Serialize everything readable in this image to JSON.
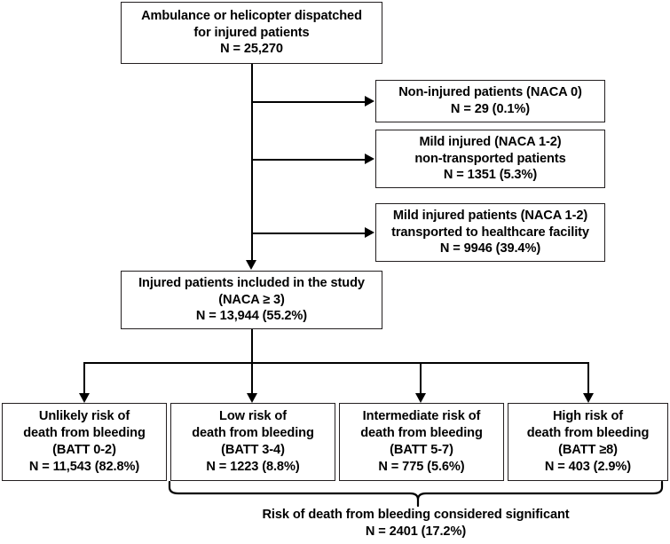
{
  "diagram": {
    "title": "Patient flow diagram: injured patients dispatch and BATT bleeding-risk stratification",
    "type": "flowchart",
    "accent_color": "#000000",
    "background_color": "#ffffff"
  },
  "nodes": {
    "dispatch": {
      "lines": [
        "Ambulance or helicopter dispatched",
        "for injured patients",
        "N = 25,270"
      ],
      "count": 25270
    },
    "excluded_noninjured": {
      "lines": [
        "Non-injured patients (NACA 0)",
        "N = 29 (0.1%)"
      ],
      "count": 29,
      "percent": "0.1%"
    },
    "excluded_mild_nontransported": {
      "lines": [
        "Mild injured (NACA 1-2)",
        "non-transported patients",
        "N = 1351 (5.3%)"
      ],
      "count": 1351,
      "percent": "5.3%"
    },
    "excluded_mild_transported": {
      "lines": [
        "Mild injured patients (NACA 1-2)",
        "transported to healthcare facility",
        "N = 9946 (39.4%)"
      ],
      "count": 9946,
      "percent": "39.4%"
    },
    "included": {
      "lines": [
        "Injured patients included in the study",
        "(NACA ≥ 3)",
        "N = 13,944 (55.2%)"
      ],
      "count": 13944,
      "percent": "55.2%"
    },
    "batt_unlikely": {
      "lines": [
        "Unlikely risk of",
        "death from bleeding",
        "(BATT 0-2)",
        "N = 11,543 (82.8%)"
      ],
      "count": 11543,
      "percent": "82.8%"
    },
    "batt_low": {
      "lines": [
        "Low risk of",
        "death from bleeding",
        "(BATT 3-4)",
        "N = 1223 (8.8%)"
      ],
      "count": 1223,
      "percent": "8.8%"
    },
    "batt_intermediate": {
      "lines": [
        "Intermediate risk of",
        "death from bleeding",
        "(BATT 5-7)",
        "N = 775 (5.6%)"
      ],
      "count": 775,
      "percent": "5.6%"
    },
    "batt_high": {
      "lines": [
        "High risk of",
        "death from bleeding",
        "(BATT ≥8)",
        "N = 403 (2.9%)"
      ],
      "count": 403,
      "percent": "2.9%"
    },
    "significant_summary": {
      "lines": [
        "Risk of death from bleeding considered significant",
        "N = 2401 (17.2%)"
      ],
      "count": 2401,
      "percent": "17.2%"
    }
  },
  "chart_data": {
    "type": "flowchart",
    "title": "Study flow diagram",
    "stages": [
      {
        "label": "Ambulance or helicopter dispatched for injured patients",
        "n": 25270,
        "percent": null
      },
      {
        "label": "Non-injured patients (NACA 0)",
        "n": 29,
        "percent": 0.1,
        "role": "excluded"
      },
      {
        "label": "Mild injured (NACA 1-2) non-transported patients",
        "n": 1351,
        "percent": 5.3,
        "role": "excluded"
      },
      {
        "label": "Mild injured patients (NACA 1-2) transported to healthcare facility",
        "n": 9946,
        "percent": 39.4,
        "role": "excluded"
      },
      {
        "label": "Injured patients included in the study (NACA ≥ 3)",
        "n": 13944,
        "percent": 55.2,
        "role": "included"
      },
      {
        "label": "Unlikely risk of death from bleeding (BATT 0-2)",
        "n": 11543,
        "percent": 82.8,
        "role": "stratum"
      },
      {
        "label": "Low risk of death from bleeding (BATT 3-4)",
        "n": 1223,
        "percent": 8.8,
        "role": "stratum"
      },
      {
        "label": "Intermediate risk of death from bleeding (BATT 5-7)",
        "n": 775,
        "percent": 5.6,
        "role": "stratum"
      },
      {
        "label": "High risk of death from bleeding (BATT ≥8)",
        "n": 403,
        "percent": 2.9,
        "role": "stratum"
      },
      {
        "label": "Risk of death from bleeding considered significant",
        "n": 2401,
        "percent": 17.2,
        "role": "summary"
      }
    ]
  }
}
